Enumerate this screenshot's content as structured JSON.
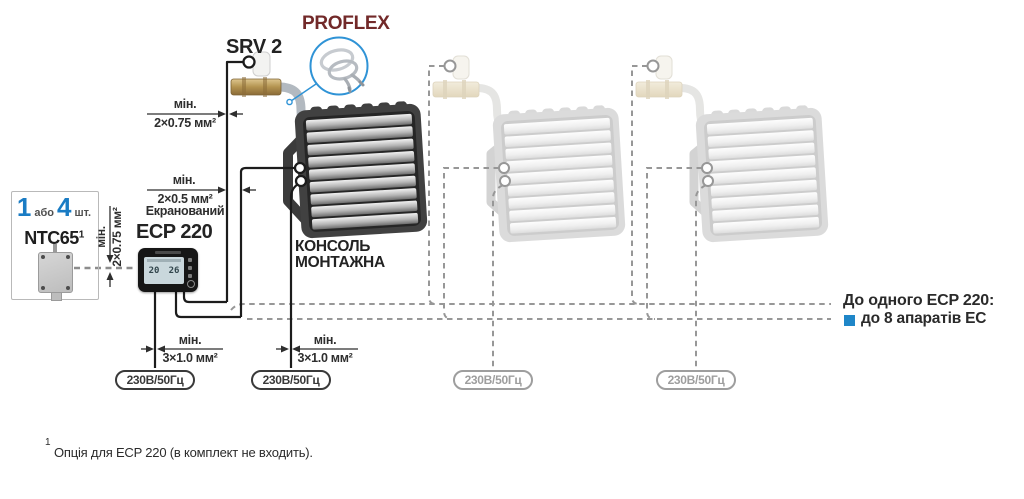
{
  "header": {
    "proflex": "PROFLEX",
    "srv2": "SRV 2"
  },
  "sensor_box": {
    "qty_first": "1",
    "qty_or": "або",
    "qty_second": "4",
    "qty_unit": "шт.",
    "name": "NTC65",
    "name_sup": "1"
  },
  "controller": {
    "label": "ECP 220",
    "display_left": "20",
    "display_right": "26"
  },
  "heater": {
    "console_line1": "КОНСОЛЬ",
    "console_line2": "МОНТАЖНА"
  },
  "cables": {
    "valve_cable": {
      "min": "мін.",
      "spec": "2×0.75 мм²"
    },
    "signal_cable": {
      "min": "мін.",
      "spec": "2×0.5 мм²",
      "note": "Екранований"
    },
    "sensor_cable": {
      "min": "мін.",
      "spec": "2×0.75 мм²"
    },
    "power_cable_1": {
      "min": "мін.",
      "spec": "3×1.0 мм²"
    },
    "power_cable_2": {
      "min": "мін.",
      "spec": "3×1.0 мм²"
    }
  },
  "power_supplies": [
    "230В/50Гц",
    "230В/50Гц",
    "230В/50Гц",
    "230В/50Гц"
  ],
  "note": {
    "line1": "До одного ECP 220:",
    "line2": "до 8 апаратів EC"
  },
  "footnote": {
    "sup": "1",
    "text": "Опція для ECP 220 (в комплект не входить)."
  },
  "colors": {
    "accent_blue": "#1f86c8",
    "proflex_red": "#722929",
    "wire_dark": "#1c1c1c",
    "wire_gray": "#979797"
  }
}
